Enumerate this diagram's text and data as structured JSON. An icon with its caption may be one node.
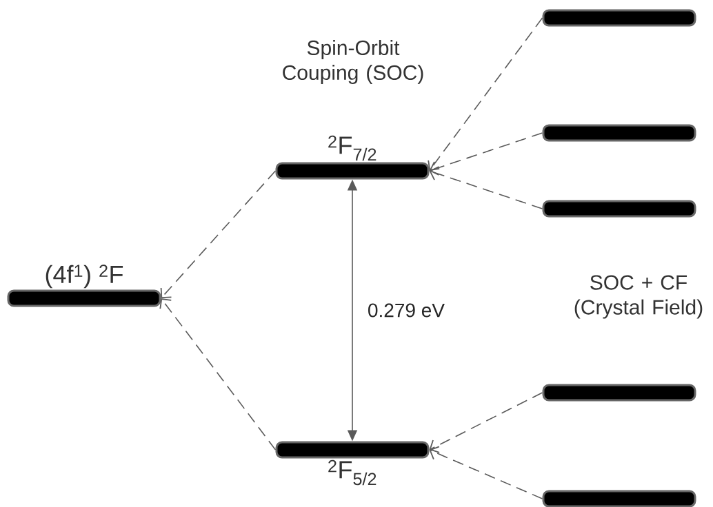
{
  "diagram": {
    "nodes": [
      {
        "text": [
          "(4f$^{1}$) $^{2}$F"
        ]
      },
      {
        "text": [
          "$^{2}$F$_{7/2}$"
        ]
      },
      {
        "text": [
          "$^{2}$F$_{5/2}$"
        ]
      },
      {
        "text": [],
        "shape": "bar"
      },
      {
        "text": [],
        "shape": "bar"
      },
      {
        "text": [],
        "shape": "bar"
      },
      {
        "text": [],
        "shape": "bar"
      },
      {
        "text": [],
        "shape": "bar"
      }
    ],
    "edges": [
      {
        "from": 1,
        "to": 0,
        "arrow": "to",
        "style": "dashed"
      },
      {
        "from": 2,
        "to": 0,
        "arrow": "to",
        "style": "dashed"
      },
      {
        "from": 3,
        "to": 1,
        "arrow": "to",
        "style": "dashed"
      },
      {
        "from": 4,
        "to": 1,
        "arrow": "to",
        "style": "dashed"
      },
      {
        "from": 5,
        "to": 1,
        "arrow": "to",
        "style": "dashed"
      },
      {
        "from": 6,
        "to": 2,
        "arrow": "to",
        "style": "dashed"
      },
      {
        "from": 7,
        "to": 2,
        "arrow": "to",
        "style": "dashed"
      },
      {
        "from": 1,
        "to": 2,
        "arrow": "both",
        "label": "0.279 eV"
      }
    ],
    "labels": [
      "Spin-Orbit Couping (SOC)",
      "SOC + CF (Crystal Field)"
    ]
  }
}
